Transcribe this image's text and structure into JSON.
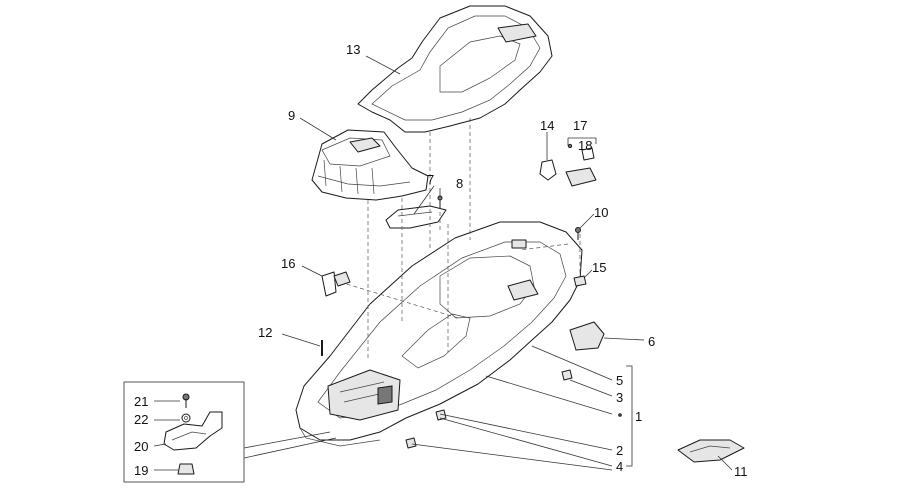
{
  "callouts": {
    "p1": "1",
    "p2": "2",
    "p3": "3",
    "p4": "4",
    "p5": "5",
    "p6": "6",
    "p7": "7",
    "p8": "8",
    "p9": "9",
    "p10": "10",
    "p11": "11",
    "p12": "12",
    "p13": "13",
    "p14": "14",
    "p15": "15",
    "p16": "16",
    "p17": "17",
    "p18": "18",
    "p19": "19",
    "p20": "20",
    "p21": "21",
    "p22": "22"
  },
  "colors": {
    "line": "#1a1a1a",
    "fill_light": "#e6e6e6",
    "background": "#ffffff"
  }
}
